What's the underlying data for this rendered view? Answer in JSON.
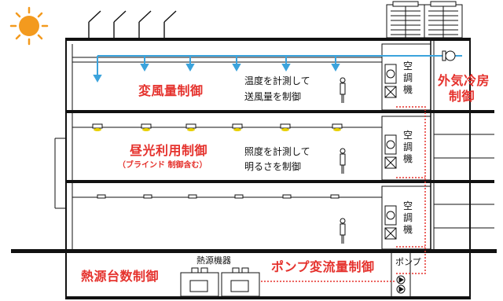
{
  "labels": {
    "variable_air_volume": "変風量制御",
    "measure_temp_1": "温度を計測して",
    "measure_temp_2": "送風量を制御",
    "daylight": "昼光利用制御",
    "daylight_sub": "（ブラインド 制御含む）",
    "measure_lux_1": "照度を計測して",
    "measure_lux_2": "明るさを制御",
    "outdoor_air_cooling_1": "外気冷房",
    "outdoor_air_cooling_2": "制御",
    "heat_source_count": "熱源台数制御",
    "heat_source_equipment": "熱源機器",
    "pump_variable_flow": "ポンプ変流量制御",
    "pump": "ポンプ",
    "air_handler": "空調機"
  },
  "colors": {
    "accent_red": "#e5322d",
    "duct_blue": "#3ba3dc",
    "sun_orange": "#f39a1e",
    "lamp_yellow": "#e8d000",
    "line_black": "#111111"
  },
  "icons": [
    "sun-icon",
    "solar-panel-icon",
    "cooling-tower-icon",
    "person-icon",
    "fan-icon",
    "coil-icon",
    "light-fixture-icon",
    "pump-icon",
    "chiller-icon"
  ]
}
